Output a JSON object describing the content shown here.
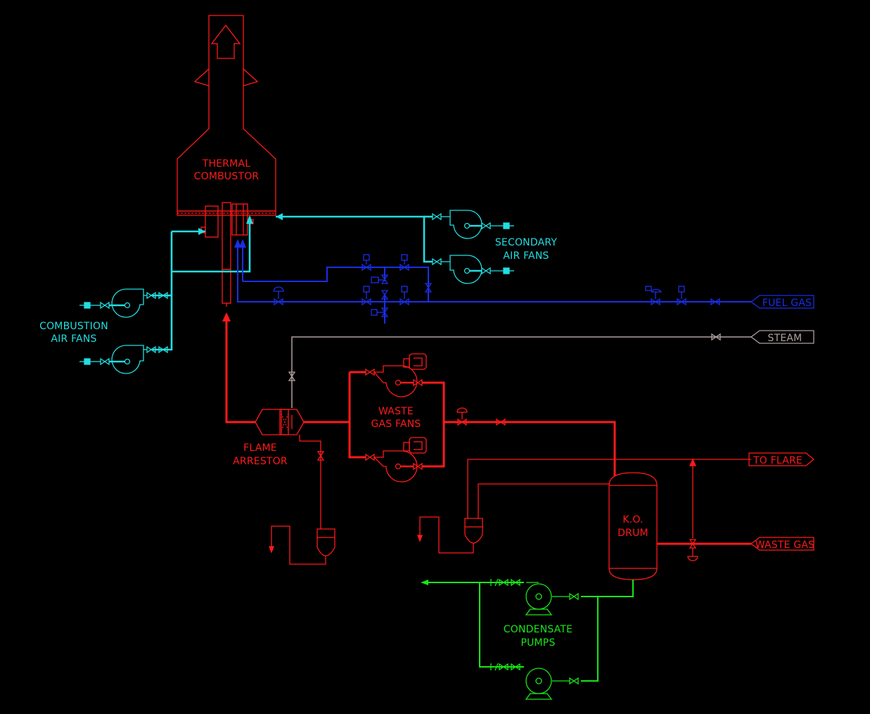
{
  "colors": {
    "background": "#000000",
    "combustion_air": "#22dde0",
    "fuel_gas": "#1a2ee8",
    "waste_gas": "#ff1a1a",
    "steam": "#b0a0a0",
    "condensate": "#19e619"
  },
  "labels": {
    "thermal_combustor": [
      "THERMAL",
      "COMBUSTOR"
    ],
    "secondary_air_fans": [
      "SECONDARY",
      "AIR  FANS"
    ],
    "combustion_air_fans": [
      "COMBUSTION",
      "AIR  FANS"
    ],
    "waste_gas_fans": [
      "WASTE",
      "GAS  FANS"
    ],
    "flame_arrestor": [
      "FLAME",
      "ARRESTOR"
    ],
    "ko_drum": [
      "K.O.",
      "DRUM"
    ],
    "condensate_pumps": [
      "CONDENSATE",
      "PUMPS"
    ]
  },
  "connectors": {
    "fuel_gas": "FUEL  GAS",
    "steam": "STEAM",
    "to_flare": "TO  FLARE",
    "waste_gas": "WASTE  GAS"
  }
}
